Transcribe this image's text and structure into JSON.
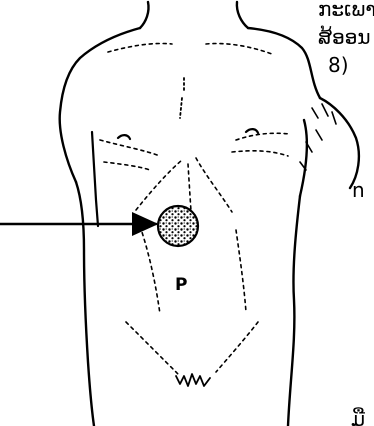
{
  "labels": {
    "top_line_1": "ກະເພາະ",
    "top_line_2": "ສ້ອອນ",
    "top_line_3": "8)",
    "mid_fragment": "n",
    "torso_mark": "P",
    "bottom_fragment": "ມື"
  },
  "colors": {
    "ink": "#000000",
    "background": "#ffffff"
  },
  "icons": {
    "pointer": "arrow-right-icon",
    "target": "stippled-circle-marker"
  }
}
